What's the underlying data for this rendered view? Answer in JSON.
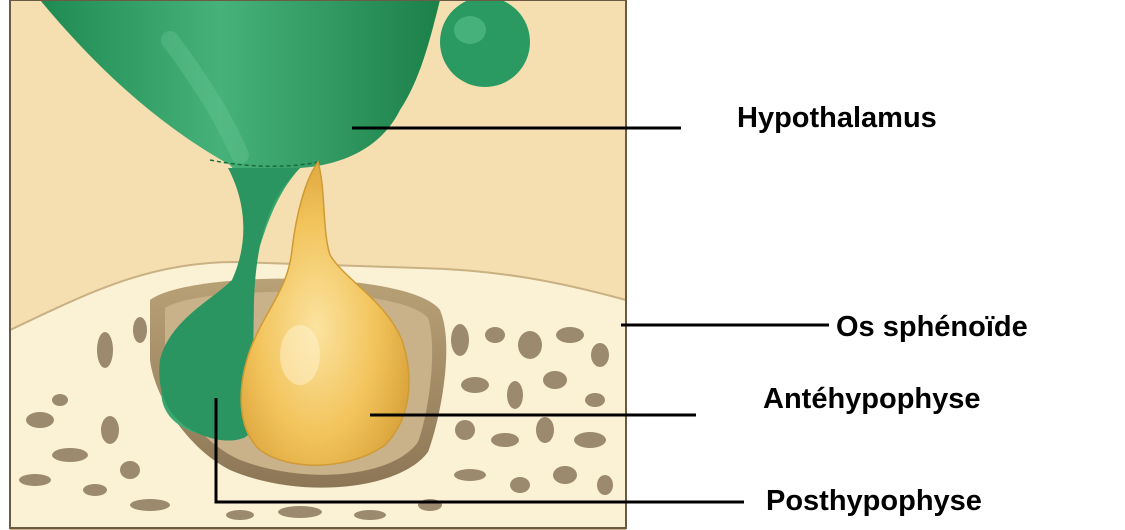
{
  "labels": {
    "hypothalamus": "Hypothalamus",
    "os_sphenoide": "Os sphénoïde",
    "antehypophyse": "Antéhypophyse",
    "posthypophyse": "Posthypophyse"
  },
  "colors": {
    "background": "#f5dfb0",
    "bone": "#fbf2d6",
    "bone_pores": "#9c8a6e",
    "bone_shadow": "#a8926a",
    "hypothalamus_green": "#2e9a62",
    "antehypophyse_yellow": "#f2c35a",
    "frame": "#6b5a44",
    "leader_lines": "#000000"
  }
}
